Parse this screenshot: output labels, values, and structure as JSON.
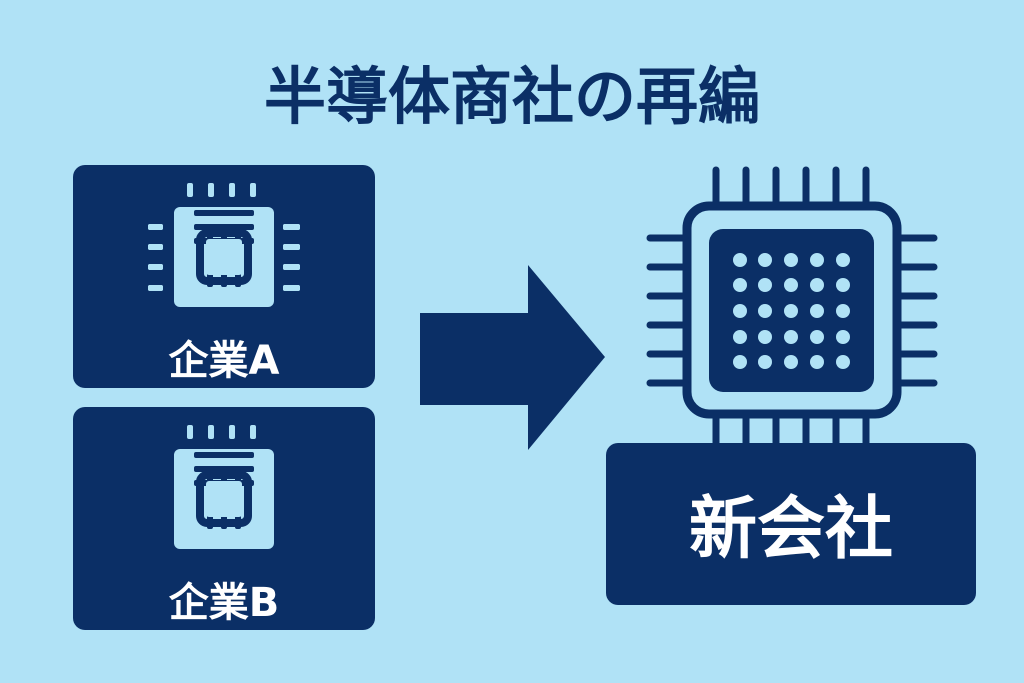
{
  "title": "半導体商社の再編",
  "companies": [
    {
      "label": "企業A"
    },
    {
      "label": "企業B"
    }
  ],
  "result": {
    "label": "新会社"
  },
  "colors": {
    "background": "#b0e2f6",
    "navy": "#0b2f66",
    "light": "#b0e2f6",
    "text_light": "#ffffff"
  }
}
